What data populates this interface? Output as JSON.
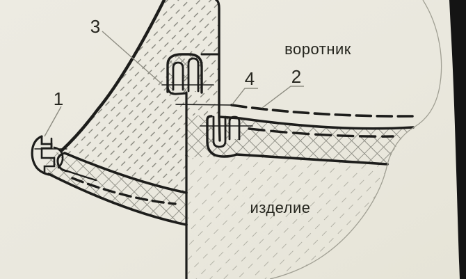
{
  "figure": {
    "type": "technical-sewing-seam-diagram",
    "part_labels": {
      "collar": "воротник",
      "garment": "изделие"
    },
    "callouts": [
      {
        "label": "1"
      },
      {
        "label": "2"
      },
      {
        "label": "3"
      },
      {
        "label": "4"
      }
    ],
    "colors": {
      "paper": "#eae8de",
      "line": "#1d1d1b",
      "leader_line": "#8d8c81",
      "hatch": "#7e7e75",
      "faint_hatch": "#b3b2a7",
      "cross_hatch": "#8e8e85",
      "photo_edge": "#141414"
    }
  }
}
